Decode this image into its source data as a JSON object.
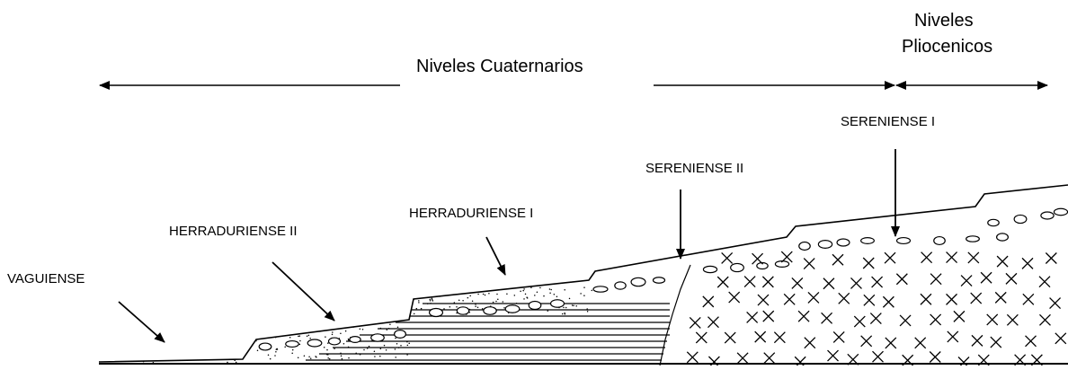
{
  "header": {
    "quaternary_label": "Niveles Cuaternarios",
    "pliocene_label_line1": "Niveles",
    "pliocene_label_line2": "Pliocenicos"
  },
  "levels": {
    "vaguiense": "VAGUIENSE",
    "herraduriense_2": "HERRADURIENSE II",
    "herraduriense_1": "HERRADURIENSE I",
    "sereniense_2": "SERENIENSE II",
    "sereniense_1": "SERENIENSE I"
  },
  "colors": {
    "ink": "#000000",
    "background": "#ffffff"
  }
}
